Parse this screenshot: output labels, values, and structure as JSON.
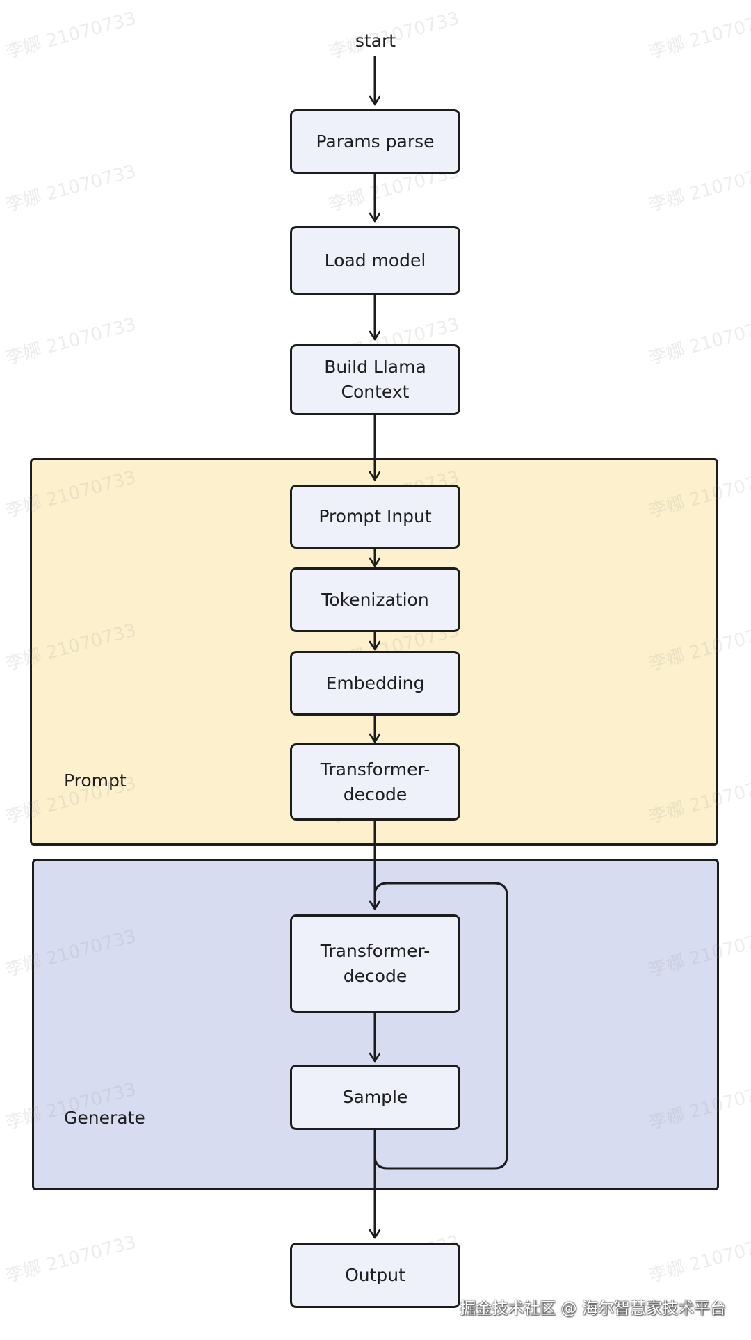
{
  "start": "start",
  "groups": {
    "prompt": "Prompt",
    "generate": "Generate"
  },
  "nodes": {
    "params_parse": "Params parse",
    "load_model": "Load model",
    "build_context": "Build Llama\nContext",
    "prompt_input": "Prompt Input",
    "tokenization": "Tokenization",
    "embedding": "Embedding",
    "prompt_decode": "Transformer-\ndecode",
    "generate_decode": "Transformer-\ndecode",
    "sample": "Sample",
    "output": "Output"
  },
  "watermark": "李娜 21070733",
  "footer": "掘金技术社区 @ 海尔智慧家技术平台",
  "colors": {
    "prompt_group": "#fdf1cd",
    "generate_group": "#d8dcf0",
    "node_fill": "#eef1fa",
    "stroke": "#1c1c1c"
  }
}
